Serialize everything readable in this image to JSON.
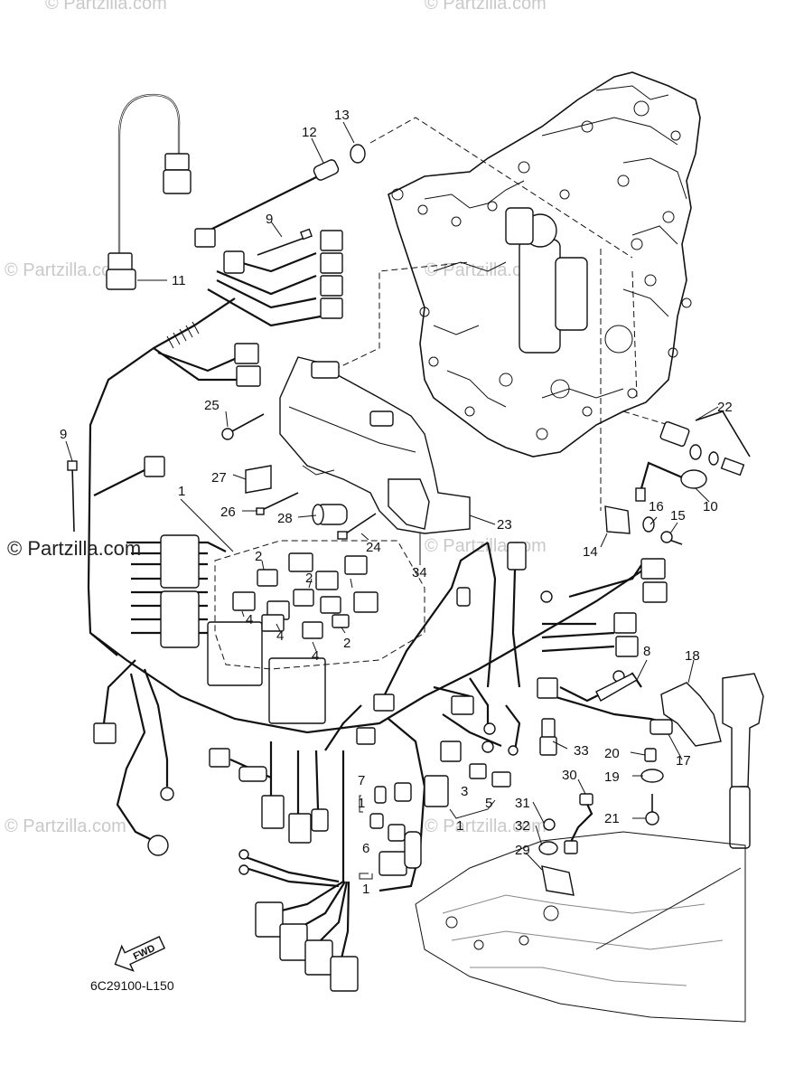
{
  "watermarks": {
    "main": "© Partzilla.com",
    "faint": "© Partzilla.com"
  },
  "diagram_code": "6C29100-L150",
  "fwd_label": "FWD",
  "callouts": {
    "c1a": "1",
    "c1b": "1",
    "c1c": "1",
    "c1d": "1",
    "c2a": "2",
    "c2b": "2",
    "c2c": "2",
    "c3": "3",
    "c4a": "4",
    "c4b": "4",
    "c4c": "4",
    "c5": "5",
    "c6": "6",
    "c7": "7",
    "c8": "8",
    "c9a": "9",
    "c9b": "9",
    "c10": "10",
    "c11": "11",
    "c12": "12",
    "c13": "13",
    "c14": "14",
    "c15": "15",
    "c16": "16",
    "c17": "17",
    "c18": "18",
    "c19": "19",
    "c20": "20",
    "c21": "21",
    "c22": "22",
    "c23": "23",
    "c24": "24",
    "c25": "25",
    "c26": "26",
    "c27": "27",
    "c28": "28",
    "c29": "29",
    "c30": "30",
    "c31": "31",
    "c32": "32",
    "c33": "33",
    "c34": "34"
  },
  "colors": {
    "line": "#111111",
    "watermark": "#c9c9c9",
    "background": "#ffffff"
  }
}
